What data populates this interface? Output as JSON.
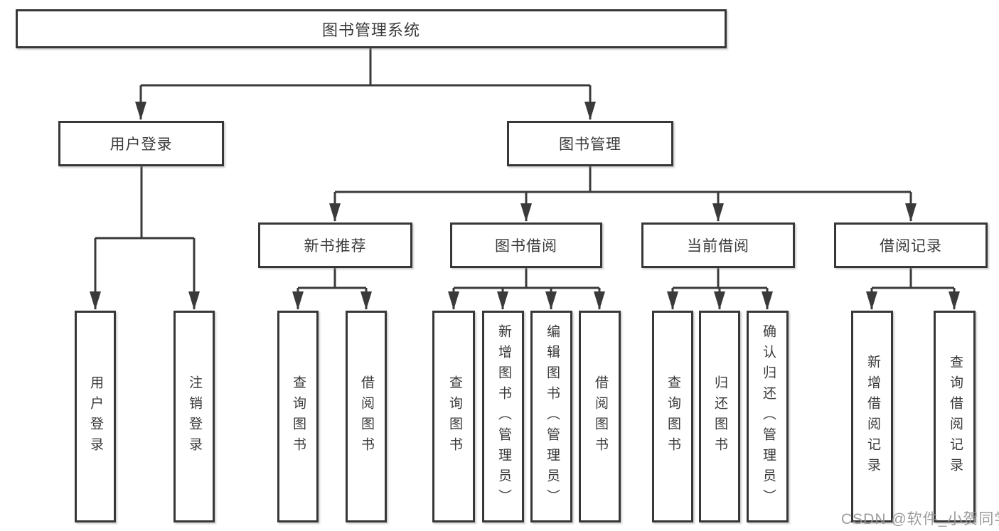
{
  "diagram_type": "tree",
  "tree": {
    "label": "图书管理系统",
    "children": [
      {
        "label": "用户登录",
        "children": [
          {
            "label": "用户登录"
          },
          {
            "label": "注销登录"
          }
        ]
      },
      {
        "label": "图书管理",
        "children": [
          {
            "label": "新书推荐",
            "children": [
              {
                "label": "查询图书"
              },
              {
                "label": "借阅图书"
              }
            ]
          },
          {
            "label": "图书借阅",
            "children": [
              {
                "label": "查询图书"
              },
              {
                "label": "新增图书（管理员）"
              },
              {
                "label": "编辑图书（管理员）"
              },
              {
                "label": "借阅图书"
              }
            ]
          },
          {
            "label": "当前借阅",
            "children": [
              {
                "label": "查询图书"
              },
              {
                "label": "归还图书"
              },
              {
                "label": "确认归还（管理员）"
              }
            ]
          },
          {
            "label": "借阅记录",
            "children": [
              {
                "label": "新增借阅记录"
              },
              {
                "label": "查询借阅记录"
              }
            ]
          }
        ]
      }
    ]
  },
  "watermark": {
    "text": "CSDN @软件_小贺同学"
  },
  "colors": {
    "line": "#3a3a3a",
    "text": "#3a3a3a",
    "box_border": "#373737",
    "background": "#ffffff",
    "watermark": "#949494"
  }
}
